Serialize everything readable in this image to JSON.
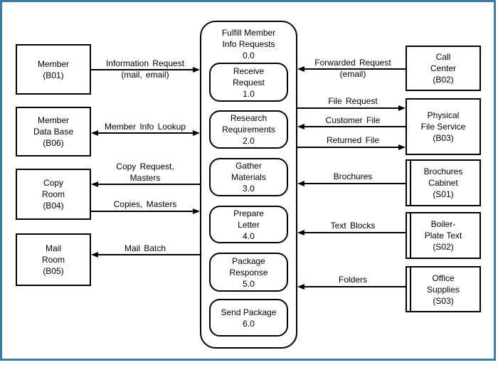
{
  "colors": {
    "frame": "#3D7CA6",
    "line": "#000000",
    "box_bg": "#FFFFFF"
  },
  "context": {
    "title": "Fulfill Member\nInfo Requests\n0.0",
    "processes": [
      {
        "label": "Receive\nRequest\n1.0"
      },
      {
        "label": "Research\nRequirements\n2.0"
      },
      {
        "label": "Gather\nMaterials\n3.0"
      },
      {
        "label": "Prepare\nLetter\n4.0"
      },
      {
        "label": "Package\nResponse\n5.0"
      },
      {
        "label": "Send Package\n6.0"
      }
    ]
  },
  "entities": {
    "b01": {
      "label": "Member\n(B01)"
    },
    "b06": {
      "label": "Member\nData Base\n(B06)"
    },
    "b04": {
      "label": "Copy\nRoom\n(B04)"
    },
    "b05": {
      "label": "Mail\nRoom\n(B05)"
    },
    "b02": {
      "label": "Call\nCenter\n(B02)"
    },
    "b03": {
      "label": "Physical\nFile Service\n(B03)"
    }
  },
  "stores": {
    "s01": {
      "label": "Brochures\nCabinet\n(S01)"
    },
    "s02": {
      "label": "Boiler-\nPlate Text\n(S02)"
    },
    "s03": {
      "label": "Office\nSupplies\n(S03)"
    }
  },
  "flows": {
    "information_request": {
      "label": "Information Request\n(mail, email)"
    },
    "member_info_lookup": {
      "label": "Member Info Lookup"
    },
    "copy_request": {
      "label": "Copy Request,\nMasters"
    },
    "copies_masters": {
      "label": "Copies, Masters"
    },
    "mail_batch": {
      "label": "Mail Batch"
    },
    "forwarded_request": {
      "label": "Forwarded Request\n(email)"
    },
    "file_request": {
      "label": "File Request"
    },
    "customer_file": {
      "label": "Customer File"
    },
    "returned_file": {
      "label": "Returned File"
    },
    "brochures": {
      "label": "Brochures"
    },
    "text_blocks": {
      "label": "Text Blocks"
    },
    "folders": {
      "label": "Folders"
    }
  }
}
